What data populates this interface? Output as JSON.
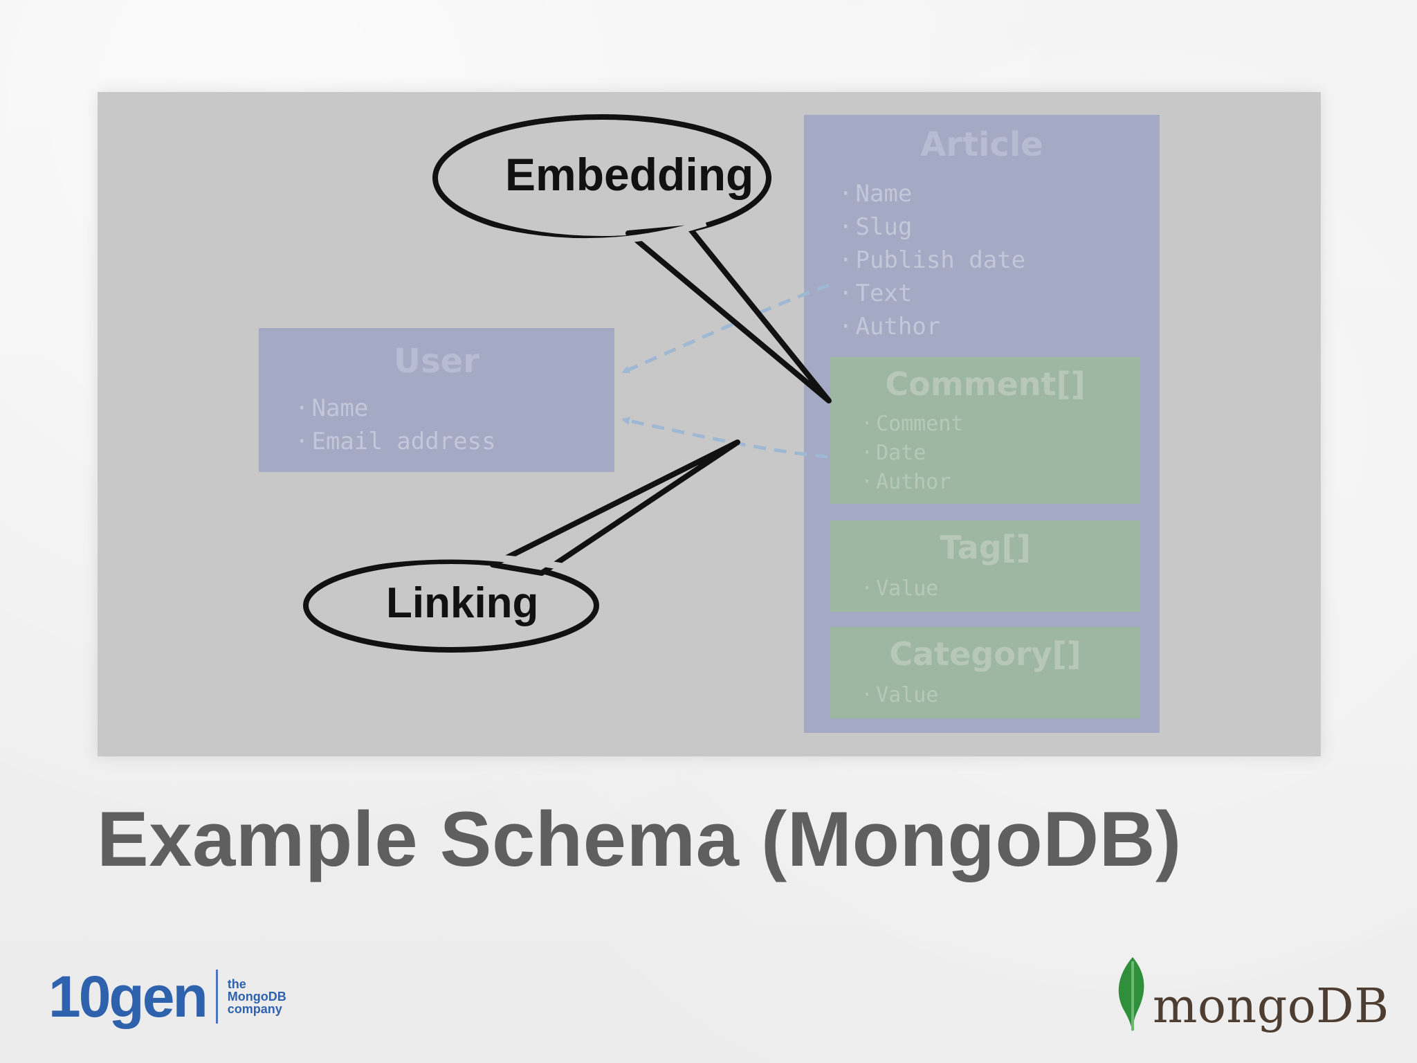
{
  "slide": {
    "title": "Example Schema (MongoDB)"
  },
  "diagram": {
    "callouts": {
      "embedding": "Embedding",
      "linking": "Linking"
    },
    "user": {
      "title": "User",
      "fields": [
        "Name",
        "Email address"
      ]
    },
    "article": {
      "title": "Article",
      "fields": [
        "Name",
        "Slug",
        "Publish date",
        "Text",
        "Author"
      ]
    },
    "comment": {
      "title": "Comment[]",
      "fields": [
        "Comment",
        "Date",
        "Author"
      ]
    },
    "tag": {
      "title": "Tag[]",
      "fields": [
        "Value"
      ]
    },
    "category": {
      "title": "Category[]",
      "fields": [
        "Value"
      ]
    }
  },
  "footer": {
    "brand_left": "10gen",
    "tagline_left": [
      "the",
      "MongoDB",
      "company"
    ],
    "brand_right": "mongoDB"
  },
  "colors": {
    "panel": "#c8c8c8",
    "entity_blue": "#a5aac4",
    "entity_green": "#9eb7a3",
    "arrow": "#9fb8d3",
    "title": "#5f5f5f",
    "logo_blue": "#2f62ad",
    "leaf_green": "#2f8f3b"
  }
}
